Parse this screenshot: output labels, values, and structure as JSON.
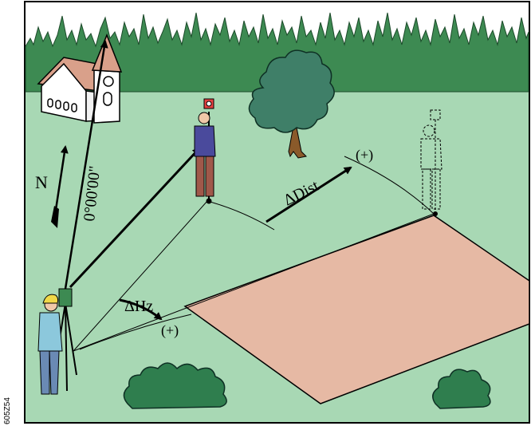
{
  "figure": {
    "labels": {
      "north": "N",
      "azimuth_zero": "0°00'00\"",
      "delta_hz": "ΔHz",
      "delta_dist": "ΔDist",
      "plus_hz": "(+)",
      "plus_dist": "(+)"
    },
    "figure_id": "605Z54"
  },
  "colors": {
    "grass": "#a8d8b4",
    "forest": "#3d8a52",
    "sky": "#ffffff",
    "plot": "#e6b9a4",
    "bush": "#2f7e4e",
    "tree": "#3f7f68",
    "trunk": "#8a5a2a",
    "church_wall": "#ffffff",
    "church_roof": "#d9a08a",
    "person_shirt": "#4a4a9c",
    "person_pants": "#a0584a",
    "surveyor_shirt": "#8cc8dc",
    "surveyor_pants": "#6a8ab4",
    "helmet": "#f0d848"
  }
}
